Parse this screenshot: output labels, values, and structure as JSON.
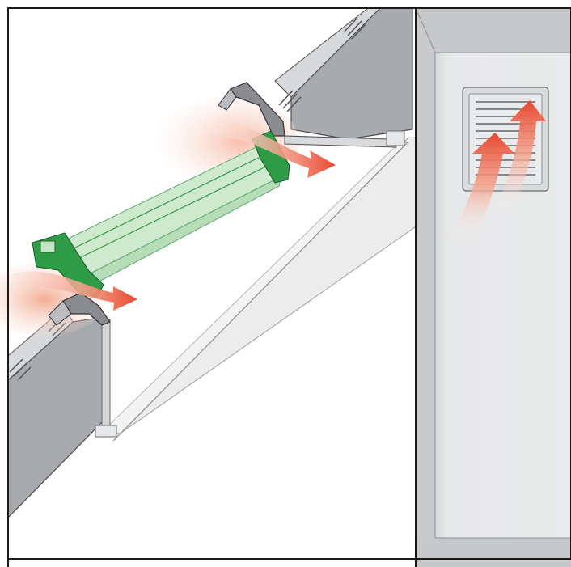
{
  "diagram": {
    "subject": "roof-window-ventilation",
    "panels": [
      {
        "id": "roof-section",
        "elements": [
          "sloped-roof",
          "roof-window-sash-open",
          "upper-flashing-bracket",
          "lower-flashing-bracket",
          "interior-lining",
          "airflow-upper",
          "airflow-lower"
        ]
      },
      {
        "id": "wall-section",
        "elements": [
          "wall-panel",
          "ventilation-grille",
          "airflow-grille-left",
          "airflow-grille-right"
        ]
      }
    ],
    "colors": {
      "frame-border": "#1a1a1a",
      "roof-structure": "#a8aaad",
      "roof-structure-dark": "#7c7f83",
      "interior-lining": "#ececed",
      "sash-green": "#2e9b46",
      "glass-green": "#cfe9cf",
      "airflow-red": "#e8482f",
      "airflow-light": "#fbe3da",
      "wall-light": "#e6e7e8",
      "wall-mid": "#c7c8ca",
      "grille": "#dadbdc"
    },
    "icons": [
      "arrow-upper-right",
      "arrow-lower-right",
      "arrow-grille-left",
      "arrow-grille-right"
    ]
  }
}
